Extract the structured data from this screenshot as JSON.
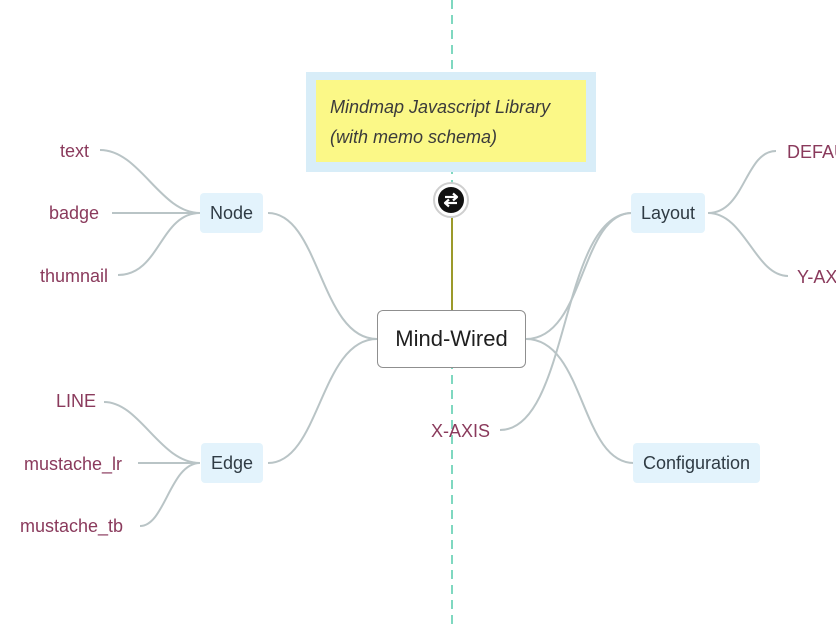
{
  "memo": {
    "line1": "Mindmap Javascript Library",
    "line2": "(with memo schema)"
  },
  "root": {
    "label": "Mind-Wired"
  },
  "left": {
    "node": {
      "label": "Node",
      "children": [
        "text",
        "badge",
        "thumnail"
      ]
    },
    "edge": {
      "label": "Edge",
      "children": [
        "LINE",
        "mustache_lr",
        "mustache_tb"
      ]
    }
  },
  "right": {
    "layout": {
      "label": "Layout",
      "children": [
        "DEFAU",
        "Y-AX"
      ]
    },
    "x_axis": "X-AXIS",
    "configuration": "Configuration"
  },
  "colors": {
    "edge_line": "#b9c4c6",
    "axis_line": "#7fd8c0",
    "leaf_text": "#8a3a5c",
    "branch_bg": "#e3f3fc",
    "memo_bg": "#fbf887",
    "memo_border": "#d8edf8",
    "axis_segment": "#9c9a2a"
  },
  "icons": {
    "swap": "swap-horizontal-icon"
  }
}
